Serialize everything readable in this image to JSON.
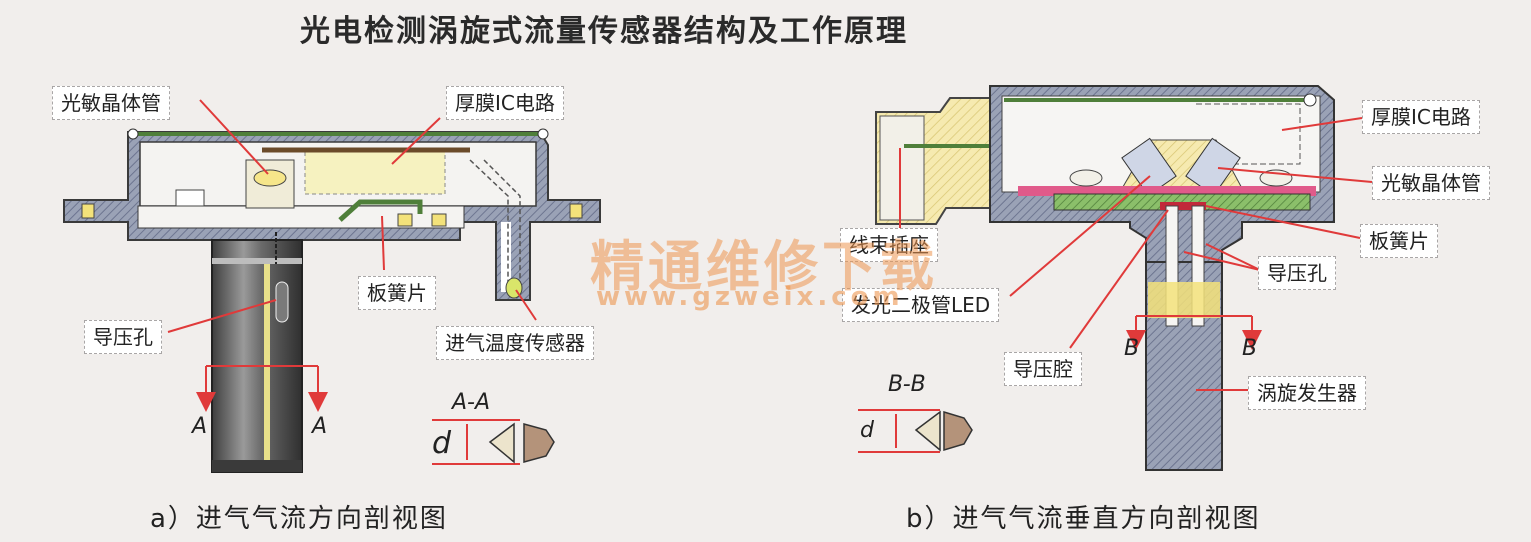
{
  "title": "光电检测涡旋式流量传感器结构及工作原理",
  "left": {
    "labels": {
      "phototransistor": "光敏晶体管",
      "thick_film_ic": "厚膜IC电路",
      "leaf_spring": "板簧片",
      "pressure_hole": "导压孔",
      "intake_temp_sensor": "进气温度传感器"
    },
    "section_mark": "A",
    "section_title": "A-A",
    "dim_label": "d",
    "caption": "a）进气气流方向剖视图"
  },
  "right": {
    "labels": {
      "thick_film_ic": "厚膜IC电路",
      "phototransistor": "光敏晶体管",
      "leaf_spring": "板簧片",
      "pressure_hole": "导压孔",
      "harness_socket": "线束插座",
      "led": "发光二极管LED",
      "pressure_cavity": "导压腔",
      "vortex_generator": "涡旋发生器"
    },
    "section_mark": "B",
    "section_title": "B-B",
    "dim_label": "d",
    "caption": "b）进气气流垂直方向剖视图"
  },
  "watermark": {
    "cn": "精通维修下载",
    "url": "www.gzweix.com"
  },
  "colors": {
    "background": "#f1eeec",
    "housing_hatch": "#8e96ac",
    "pipe": "#6d6d6d",
    "yellow": "#f3e27a",
    "green_board": "#5b8f43",
    "pink": "#e05a8a",
    "leader_red": "#e03a3a",
    "watermark": "#ec9650"
  }
}
